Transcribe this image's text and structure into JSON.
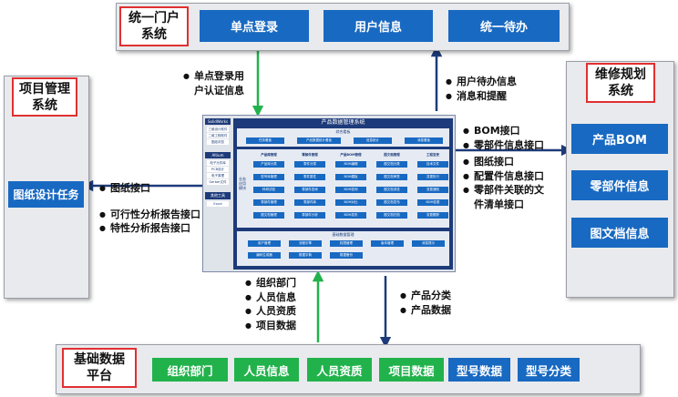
{
  "portal": {
    "title": "统一门户\n系统",
    "buttons": [
      "单点登录",
      "用户信息",
      "统一待办"
    ]
  },
  "project": {
    "title": "项目管理\n系统",
    "button": "图纸设计任务"
  },
  "repair": {
    "title": "维修规划\n系统",
    "buttons": [
      "产品BOM",
      "零部件信息",
      "图文档信息"
    ]
  },
  "base": {
    "title": "基础数据\n平台",
    "green_buttons": [
      "组织部门",
      "人员信息",
      "人员资质",
      "项目数据"
    ],
    "blue_buttons": [
      "型号数据",
      "型号分类"
    ]
  },
  "flows": {
    "portal_down": [
      "单点登录用",
      "户认证信息"
    ],
    "portal_up": [
      "用户待办信息",
      "消息和提醒"
    ],
    "project": [
      "图纸接口",
      "可行性分析报告接口",
      "特性分析报告接口"
    ],
    "repair": [
      "BOM接口",
      "零部件信息接口",
      "图纸接口",
      "配置件信息接口",
      "零部件关联的文",
      "件清单接口"
    ],
    "base_up": [
      "组织部门",
      "人员信息",
      "人员资质",
      "项目数据"
    ],
    "base_down": [
      "产品分类",
      "产品数据"
    ]
  },
  "system": {
    "title": "产品数据管理系统",
    "side_tools": [
      "SolidWorks",
      "Altium",
      "其他工具"
    ],
    "side_solid": [
      "三维设计软件",
      "二维工程软件",
      "图纸浏览"
    ],
    "side_altium": [
      "电子元件库",
      "PCB设计",
      "电子原理",
      "Gerber文件"
    ],
    "side_other": [
      "Excel"
    ],
    "portal_label": "综合看板",
    "portal_cells": [
      "任务看板",
      "产品数据统计看板",
      "信息统计",
      "消息看板"
    ],
    "vertical_label": "业务应用模块",
    "columns": [
      {
        "head": "产品库管理",
        "items": [
          "产品库分类",
          "型号库管理",
          "科研试验",
          "零部件管理",
          "图文档管理"
        ]
      },
      {
        "head": "零部件管理",
        "items": [
          "零件分类",
          "零件属性",
          "零部件查询",
          "零部件库",
          "零部件分析"
        ]
      },
      {
        "head": "产品BOM管理",
        "items": [
          "BOM编辑",
          "BOM模板",
          "BOM查询",
          "BOM对比",
          "BOM发布"
        ]
      },
      {
        "head": "图文档管理",
        "items": [
          "图文档分类",
          "图文档审签",
          "图文档浏览",
          "图文档发布",
          "图文档归档"
        ]
      },
      {
        "head": "工程变更",
        "items": [
          "技术文件",
          "变更执行",
          "变更通知",
          "BOM变更",
          "变更跟踪"
        ]
      }
    ],
    "base_label": "基础数据管理",
    "base_cells": [
      "用户管理",
      "流程引擎",
      "权限管理",
      "版本管理",
      "消息提示",
      "编码生成器",
      "数据字典",
      "数据备份"
    ]
  }
}
